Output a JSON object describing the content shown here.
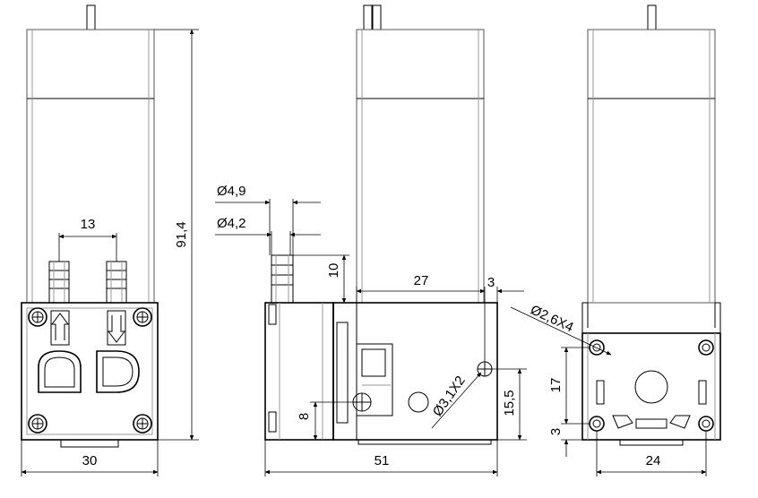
{
  "views": {
    "front": {
      "dims": {
        "port_spacing": "13",
        "total_height": "91,4",
        "width": "30"
      }
    },
    "side": {
      "dims": {
        "outer_diameter": "Ø4,9",
        "inner_diameter": "Ø4,2",
        "port_length": "10",
        "hole_offset": "27",
        "edge_offset_top": "3",
        "hole_height": "15,5",
        "hole_diameter": "Ø3,1X2",
        "bottom_hole_height": "8",
        "length": "51"
      }
    },
    "back": {
      "dims": {
        "mount_hole": "Ø2,6X4",
        "hole_spacing_vertical": "17",
        "bottom_offset": "3",
        "hole_spacing_horizontal": "24"
      }
    }
  }
}
